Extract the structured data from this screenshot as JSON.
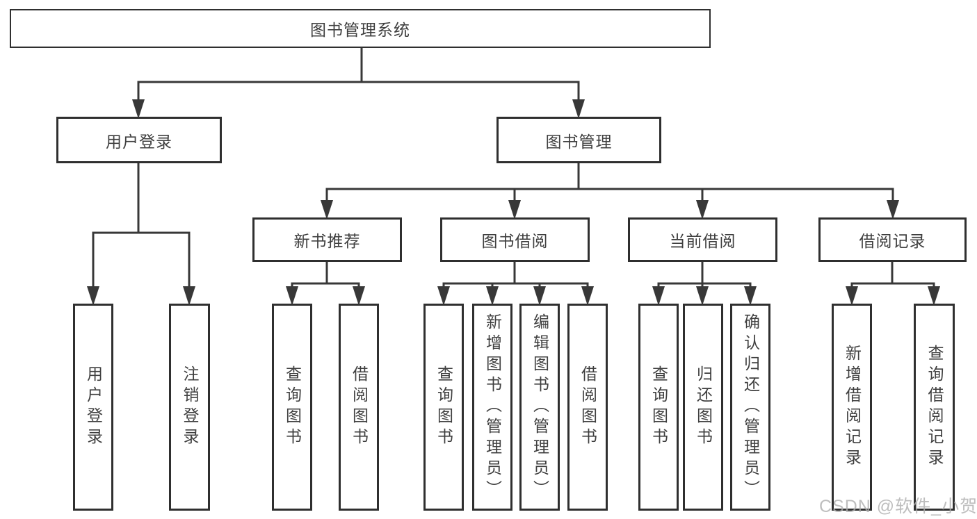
{
  "diagram_type": "functional-module-tree",
  "colors": {
    "line": "#383838",
    "border": "#2f2f2f",
    "text": "#3f3f3f",
    "watermark": "#aeaeae",
    "background": "#ffffff"
  },
  "tree": {
    "label": "图书管理系统",
    "children": [
      {
        "label": "用户登录",
        "children": [
          {
            "label": "用户登录"
          },
          {
            "label": "注销登录"
          }
        ]
      },
      {
        "label": "图书管理",
        "children": [
          {
            "label": "新书推荐",
            "children": [
              {
                "label": "查询图书"
              },
              {
                "label": "借阅图书"
              }
            ]
          },
          {
            "label": "图书借阅",
            "children": [
              {
                "label": "查询图书"
              },
              {
                "label": "新增图书（管理员）"
              },
              {
                "label": "编辑图书（管理员）"
              },
              {
                "label": "借阅图书"
              }
            ]
          },
          {
            "label": "当前借阅",
            "children": [
              {
                "label": "查询图书"
              },
              {
                "label": "归还图书"
              },
              {
                "label": "确认归还（管理员）"
              }
            ]
          },
          {
            "label": "借阅记录",
            "children": [
              {
                "label": "新增借阅记录"
              },
              {
                "label": "查询借阅记录"
              }
            ]
          }
        ]
      }
    ]
  },
  "watermark": "CSDN @软件_小贺同学"
}
